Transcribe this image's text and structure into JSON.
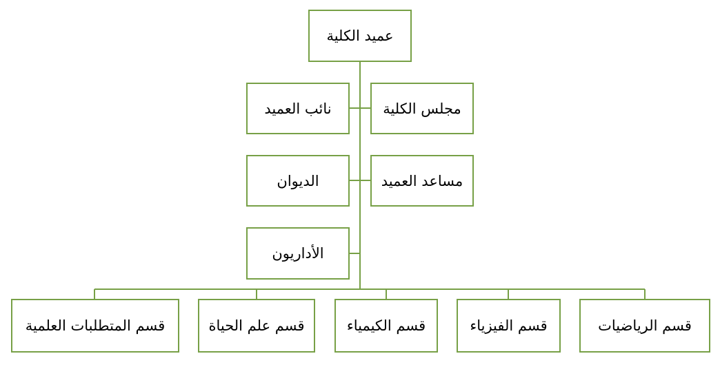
{
  "diagram": {
    "type": "org-chart",
    "line_color": "#77a046",
    "root": {
      "label": "عميد الكلية"
    },
    "staff_right": [
      {
        "label": "مجلس الكلية"
      },
      {
        "label": "مساعد العميد"
      }
    ],
    "staff_left": [
      {
        "label": "نائب العميد"
      },
      {
        "label": "الديوان"
      },
      {
        "label": "الأداريون"
      }
    ],
    "departments": [
      {
        "label": "قسم الرياضيات"
      },
      {
        "label": "قسم الفيزياء"
      },
      {
        "label": "قسم الكيمياء"
      },
      {
        "label": "قسم علم الحياة"
      },
      {
        "label": "قسم المتطلبات العلمية"
      }
    ]
  }
}
